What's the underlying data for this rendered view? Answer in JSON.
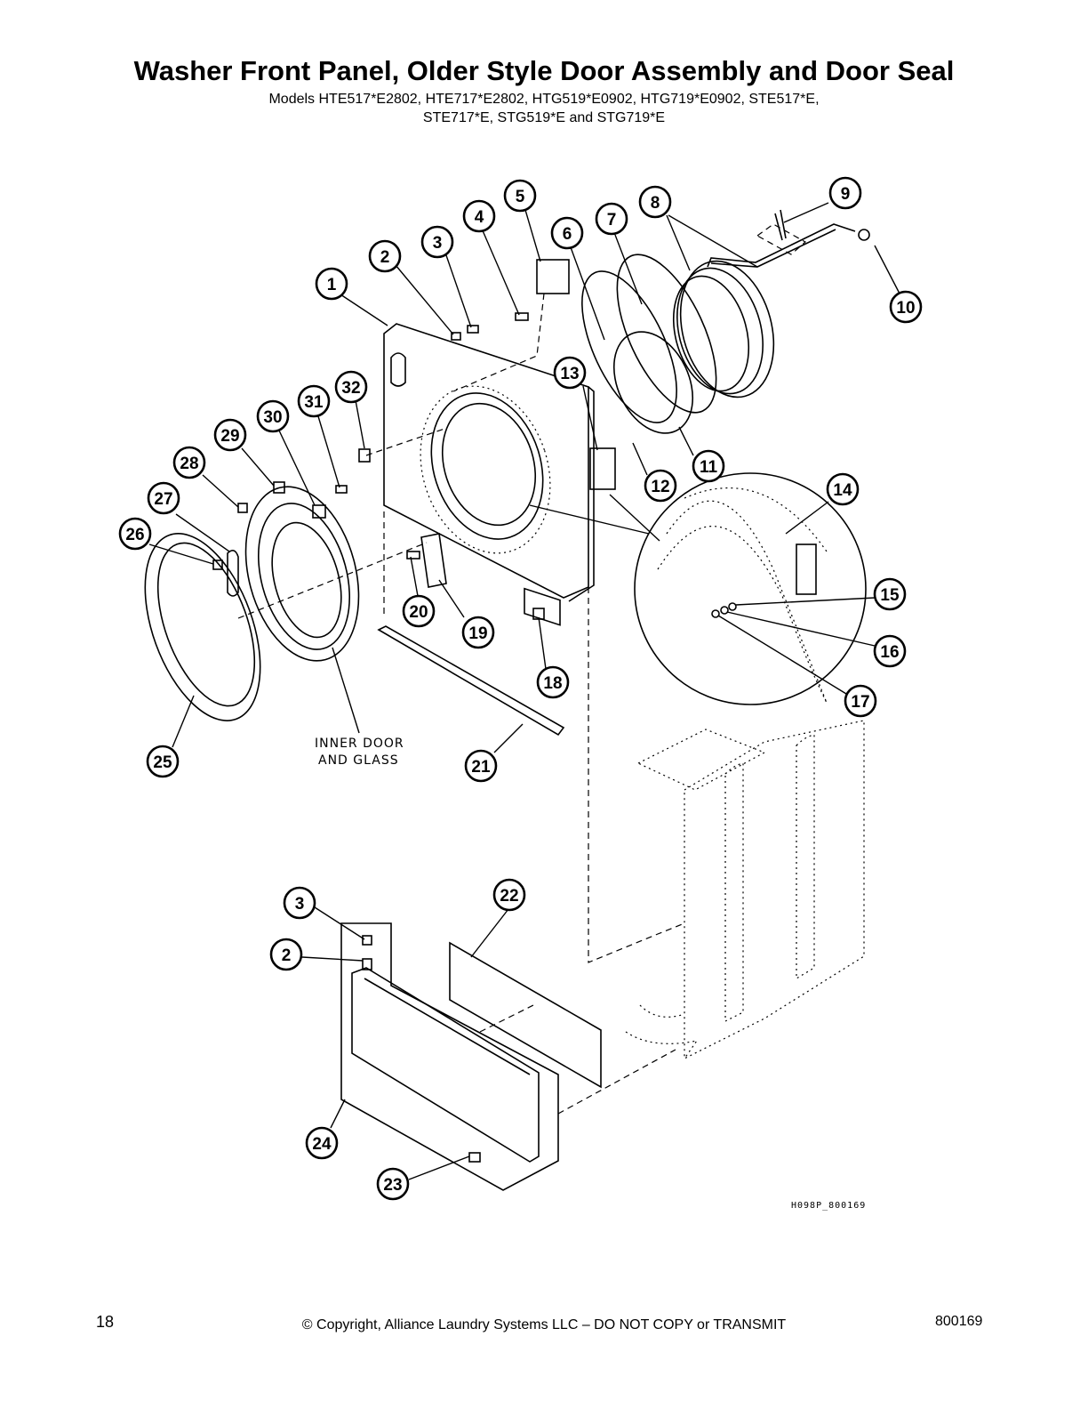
{
  "title": "Washer Front Panel, Older Style Door Assembly and Door Seal",
  "subtitle_line1": "Models HTE517*E2802, HTE717*E2802, HTG519*E0902, HTG719*E0902, STE517*E,",
  "subtitle_line2": "STE717*E, STG519*E and STG719*E",
  "callouts": [
    "1",
    "2",
    "3",
    "4",
    "5",
    "6",
    "7",
    "8",
    "9",
    "10",
    "11",
    "12",
    "13",
    "14",
    "15",
    "16",
    "17",
    "18",
    "19",
    "20",
    "21",
    "22",
    "23",
    "24",
    "25",
    "26",
    "27",
    "28",
    "29",
    "30",
    "31",
    "32"
  ],
  "inner_door_label_line1": "INNER DOOR",
  "inner_door_label_line2": "AND GLASS",
  "drawing_code": "H098P_800169",
  "footer": {
    "page_number": "18",
    "copyright": "© Copyright, Alliance Laundry Systems LLC – DO NOT COPY or TRANSMIT",
    "doc_number": "800169"
  }
}
